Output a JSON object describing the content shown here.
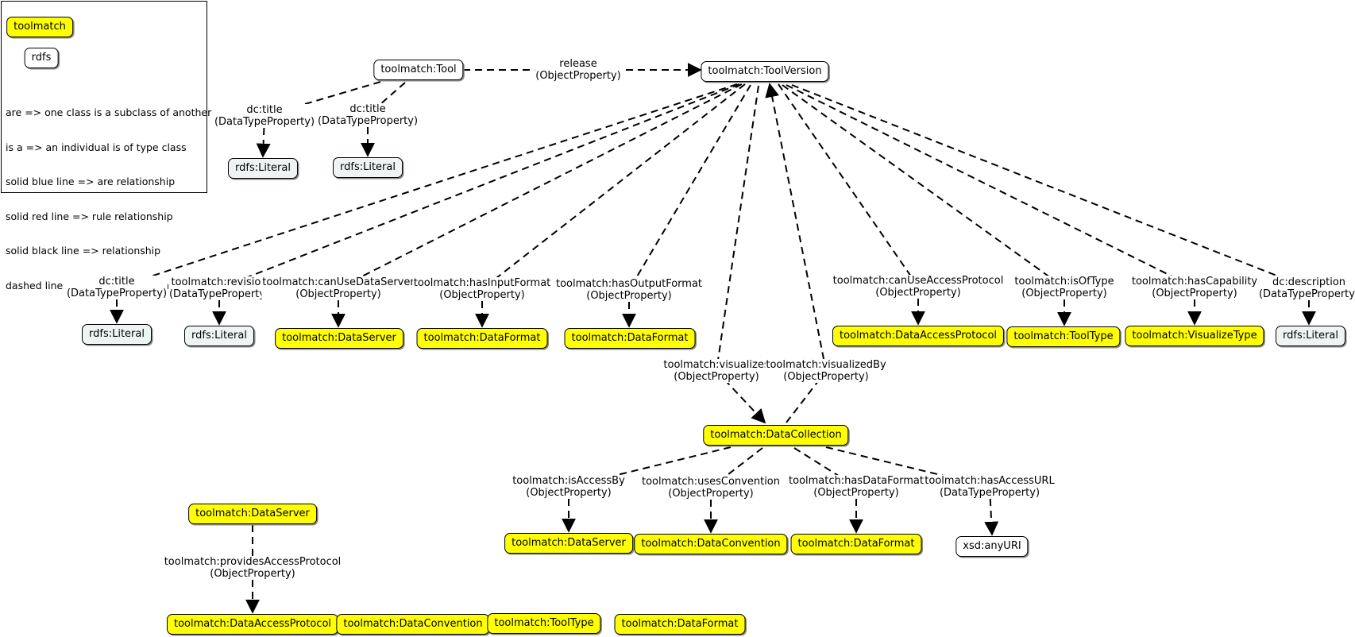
{
  "legend": {
    "yellow_chip": "toolmatch",
    "white_chip": "rdfs",
    "lines": [
      "are => one class is a subclass of another",
      "is a => an individual is of type class",
      "solid blue line => are relationship",
      "solid red line => rule relationship",
      "solid black line => relationship",
      "dashed line => property relationship"
    ]
  },
  "colors": {
    "toolmatch_fill": "#ffff00",
    "rdfs_fill": "#ffffff",
    "literal_fill": "#eef4f4"
  },
  "nodes": [
    {
      "id": "tool",
      "label": "toolmatch:Tool",
      "style": "white"
    },
    {
      "id": "toolversion",
      "label": "toolmatch:ToolVersion",
      "style": "white"
    },
    {
      "id": "lit_t1",
      "label": "rdfs:Literal",
      "style": "lit"
    },
    {
      "id": "lit_t2",
      "label": "rdfs:Literal",
      "style": "lit"
    },
    {
      "id": "lit_v1",
      "label": "rdfs:Literal",
      "style": "lit"
    },
    {
      "id": "lit_v2",
      "label": "rdfs:Literal",
      "style": "lit"
    },
    {
      "id": "ds1",
      "label": "toolmatch:DataServer",
      "style": "yellow"
    },
    {
      "id": "df1",
      "label": "toolmatch:DataFormat",
      "style": "yellow"
    },
    {
      "id": "df2",
      "label": "toolmatch:DataFormat",
      "style": "yellow"
    },
    {
      "id": "dap1",
      "label": "toolmatch:DataAccessProtocol",
      "style": "yellow"
    },
    {
      "id": "tt1",
      "label": "toolmatch:ToolType",
      "style": "yellow"
    },
    {
      "id": "vt",
      "label": "toolmatch:VisualizeType",
      "style": "yellow"
    },
    {
      "id": "lit_v3",
      "label": "rdfs:Literal",
      "style": "lit"
    },
    {
      "id": "dc",
      "label": "toolmatch:DataCollection",
      "style": "yellow"
    },
    {
      "id": "ds2",
      "label": "toolmatch:DataServer",
      "style": "yellow"
    },
    {
      "id": "dconv1",
      "label": "toolmatch:DataConvention",
      "style": "yellow"
    },
    {
      "id": "df3",
      "label": "toolmatch:DataFormat",
      "style": "yellow"
    },
    {
      "id": "uri",
      "label": "xsd:anyURI",
      "style": "white"
    },
    {
      "id": "ds3",
      "label": "toolmatch:DataServer",
      "style": "yellow"
    },
    {
      "id": "dap2",
      "label": "toolmatch:DataAccessProtocol",
      "style": "yellow"
    },
    {
      "id": "dconv2",
      "label": "toolmatch:DataConvention",
      "style": "yellow"
    },
    {
      "id": "tt2",
      "label": "toolmatch:ToolType",
      "style": "yellow"
    },
    {
      "id": "df4",
      "label": "toolmatch:DataFormat",
      "style": "yellow"
    }
  ],
  "edges": [
    {
      "from": "tool",
      "to": "toolversion",
      "name": "release",
      "type": "(ObjectProperty)"
    },
    {
      "from": "tool",
      "to": "lit_t1",
      "name": "dc:title",
      "type": "(DataTypeProperty)"
    },
    {
      "from": "tool",
      "to": "lit_t2",
      "name": "dc:title",
      "type": "(DataTypeProperty)"
    },
    {
      "from": "toolversion",
      "to": "lit_v1",
      "name": "dc:title",
      "type": "(DataTypeProperty)"
    },
    {
      "from": "toolversion",
      "to": "lit_v2",
      "name": "toolmatch:revision",
      "type": "(DataTypeProperty)"
    },
    {
      "from": "toolversion",
      "to": "ds1",
      "name": "toolmatch:canUseDataServer",
      "type": "(ObjectProperty)"
    },
    {
      "from": "toolversion",
      "to": "df1",
      "name": "toolmatch:hasInputFormat",
      "type": "(ObjectProperty)"
    },
    {
      "from": "toolversion",
      "to": "df2",
      "name": "toolmatch:hasOutputFormat",
      "type": "(ObjectProperty)"
    },
    {
      "from": "toolversion",
      "to": "dc",
      "name": "toolmatch:visualizes",
      "type": "(ObjectProperty)"
    },
    {
      "from": "dc",
      "to": "toolversion",
      "name": "toolmatch:visualizedBy",
      "type": "(ObjectProperty)"
    },
    {
      "from": "toolversion",
      "to": "dap1",
      "name": "toolmatch:canUseAccessProtocol",
      "type": "(ObjectProperty)"
    },
    {
      "from": "toolversion",
      "to": "tt1",
      "name": "toolmatch:isOfType",
      "type": "(ObjectProperty)"
    },
    {
      "from": "toolversion",
      "to": "vt",
      "name": "toolmatch:hasCapability",
      "type": "(ObjectProperty)"
    },
    {
      "from": "toolversion",
      "to": "lit_v3",
      "name": "dc:description",
      "type": "(DataTypeProperty)"
    },
    {
      "from": "dc",
      "to": "ds2",
      "name": "toolmatch:isAccessBy",
      "type": "(ObjectProperty)"
    },
    {
      "from": "dc",
      "to": "dconv1",
      "name": "toolmatch:usesConvention",
      "type": "(ObjectProperty)"
    },
    {
      "from": "dc",
      "to": "df3",
      "name": "toolmatch:hasDataFormat",
      "type": "(ObjectProperty)"
    },
    {
      "from": "dc",
      "to": "uri",
      "name": "toolmatch:hasAccessURL",
      "type": "(DataTypeProperty)"
    },
    {
      "from": "ds3",
      "to": "dap2",
      "name": "toolmatch:providesAccessProtocol",
      "type": "(ObjectProperty)"
    }
  ]
}
